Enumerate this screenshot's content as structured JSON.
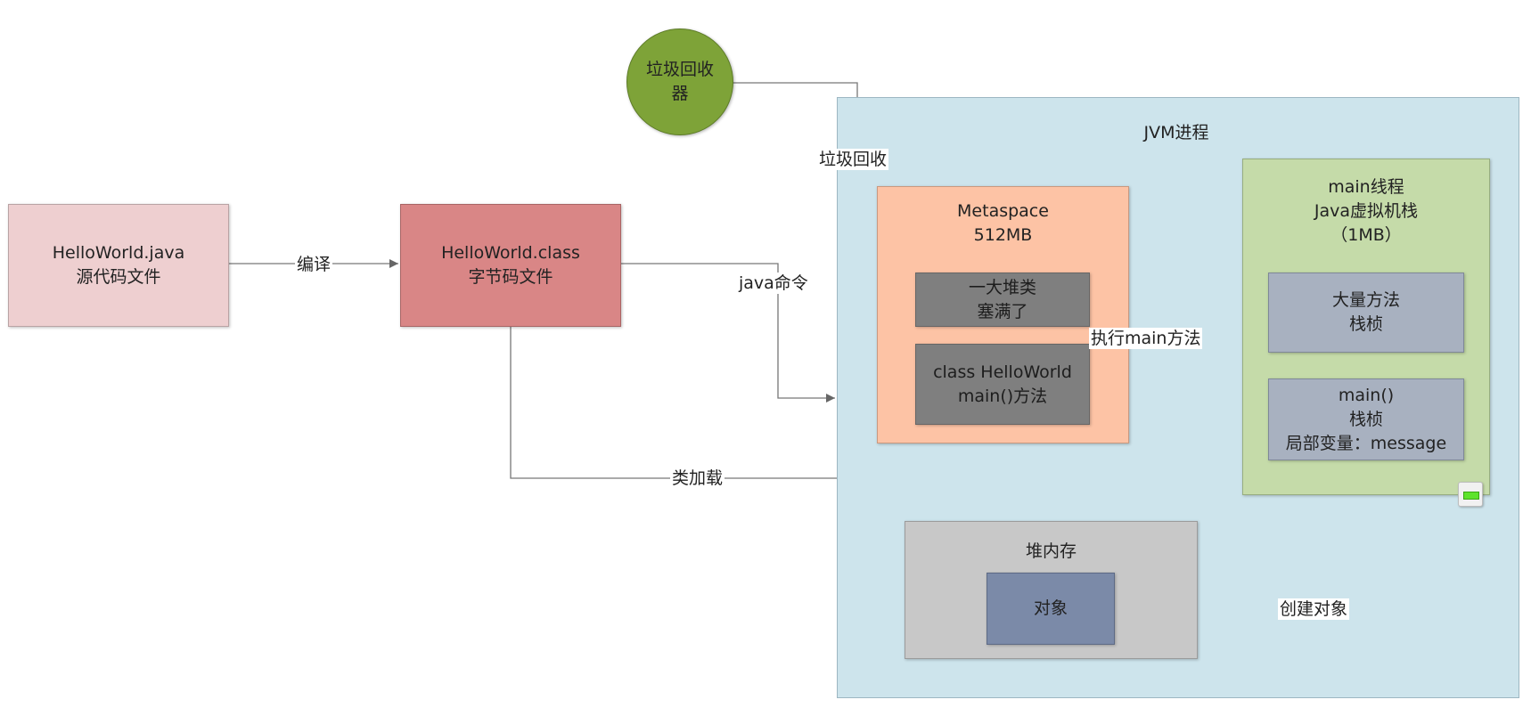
{
  "nodes": {
    "java_file": {
      "line1": "HelloWorld.java",
      "line2": "源代码文件"
    },
    "class_file": {
      "line1": "HelloWorld.class",
      "line2": "字节码文件"
    },
    "gc": {
      "line1": "垃圾回收",
      "line2": "器"
    },
    "jvm": {
      "title": "JVM进程"
    },
    "metaspace": {
      "title": "Metaspace",
      "size": "512MB"
    },
    "classes_full": {
      "line1": "一大堆类",
      "line2": "塞满了"
    },
    "hello_class": {
      "line1": "class HelloWorld",
      "line2": "main()方法"
    },
    "main_thread": {
      "line1": "main线程",
      "line2": "Java虚拟机栈",
      "line3": "（1MB）"
    },
    "frames": {
      "line1": "大量方法",
      "line2": "栈桢"
    },
    "main_frame": {
      "line1": "main()",
      "line2": "栈桢",
      "line3": "局部变量：message"
    },
    "heap": {
      "title": "堆内存"
    },
    "object": {
      "label": "对象"
    }
  },
  "edges": {
    "compile": "编译",
    "java_cmd": "java命令",
    "class_load": "类加载",
    "gc_label": "垃圾回收",
    "exec_main": "执行main方法",
    "create_obj": "创建对象"
  },
  "colors": {
    "java_file": "#eecfd0",
    "class_file": "#d98686",
    "gc": "#7ea338",
    "jvm": "#cde4ec",
    "metaspace": "#fdc3a5",
    "dark_box": "#7f7f7f",
    "main_thread": "#c5dba9",
    "frame": "#a8b1c0",
    "heap": "#c8c8c8",
    "object": "#7b8aa8"
  }
}
